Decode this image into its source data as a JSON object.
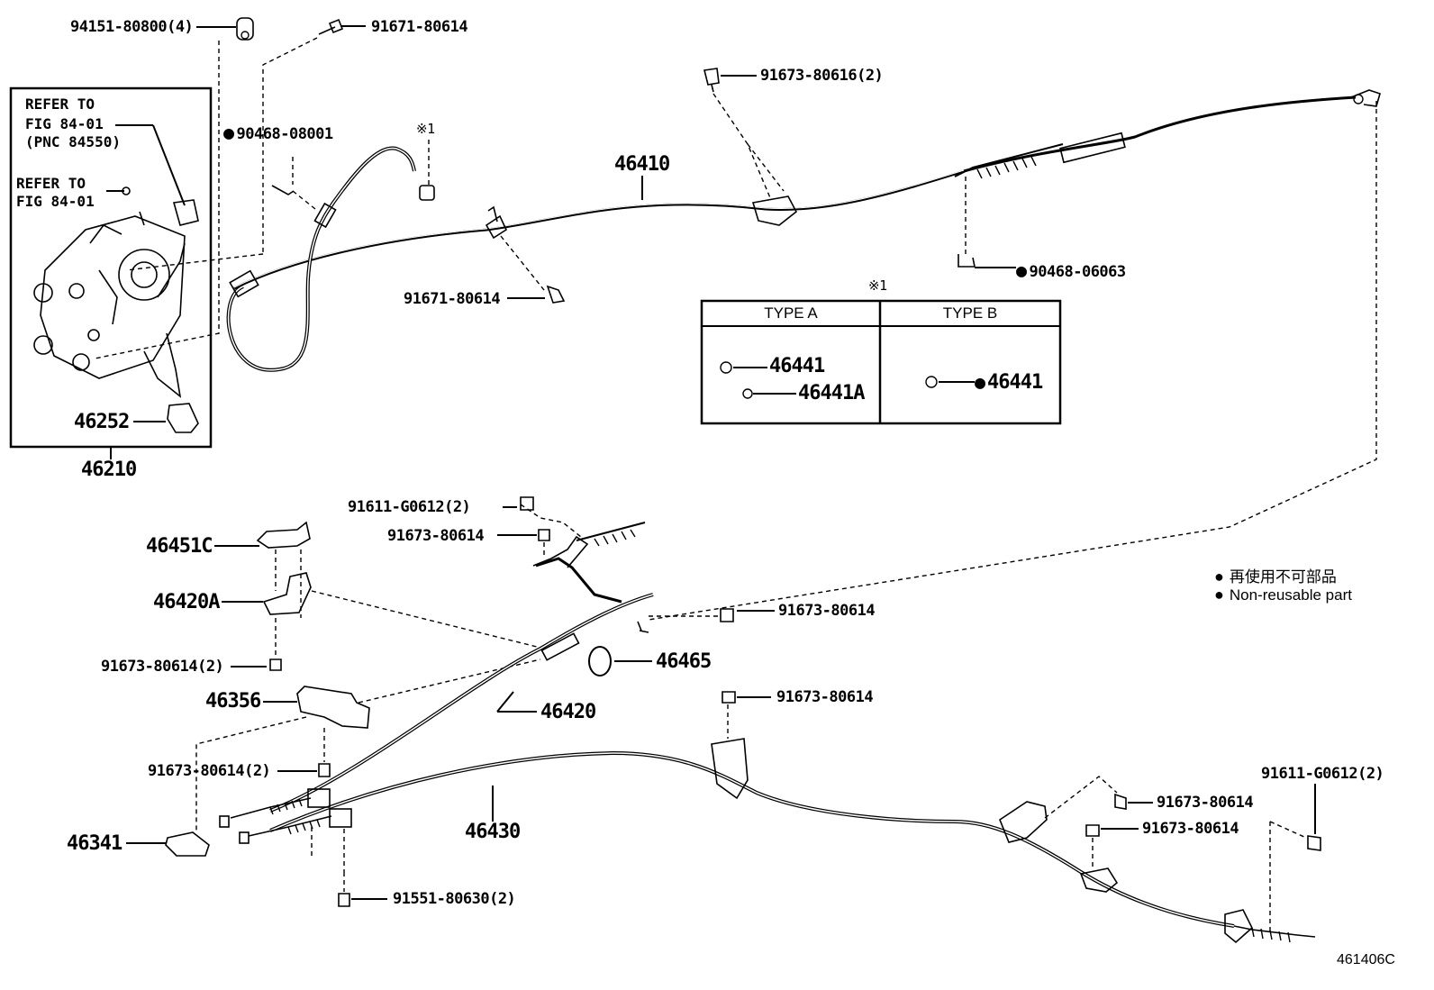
{
  "parts": {
    "p94151": "94151-80800(4)",
    "p91671_top": "91671-80614",
    "refer1_l1": "REFER TO",
    "refer1_l2": "FIG 84-01",
    "refer1_l3": "(PNC 84550)",
    "refer2_l1": "REFER TO",
    "refer2_l2": "FIG 84-01",
    "p90468_08001": "90468-08001",
    "note1_mark": "※1",
    "p46410": "46410",
    "p91673_80616": "91673-80616(2)",
    "p90468_06063": "90468-06063",
    "p91671_mid": "91671-80614",
    "p46252": "46252",
    "p46210": "46210",
    "p91611_top": "91611-G0612(2)",
    "p91673_80614_a": "91673-80614",
    "p46451C": "46451C",
    "p46420A": "46420A",
    "p91673_80614_b": "91673-80614",
    "p91673_80614_2a": "91673-80614(2)",
    "p46465": "46465",
    "p46356": "46356",
    "p46420": "46420",
    "p91673_80614_c": "91673-80614",
    "p91673_80614_2b": "91673-80614(2)",
    "p46430": "46430",
    "p46341": "46341",
    "p91551": "91551-80630(2)",
    "p91673_80614_d": "91673-80614",
    "p91673_80614_e": "91673-80614",
    "p91611_right": "91611-G0612(2)",
    "fig_id": "461406C"
  },
  "table": {
    "note_mark": "※1",
    "col_a": "TYPE A",
    "col_b": "TYPE B",
    "a_part1": "46441",
    "a_part2": "46441A",
    "b_part": "46441"
  },
  "legend": {
    "jp": "再使用不可部品",
    "en": "Non-reusable part"
  },
  "colors": {
    "ink": "#000000",
    "paper": "#ffffff"
  }
}
